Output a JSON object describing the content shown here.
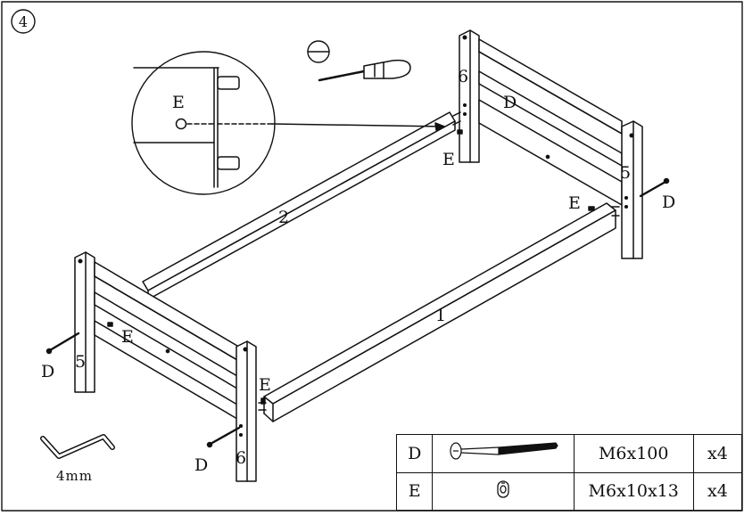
{
  "step": {
    "number": "4"
  },
  "callouts": {
    "part_1": "1",
    "part_2": "2",
    "part_5_left": "5",
    "part_5_right": "5",
    "part_6_left": "6",
    "part_6_right": "6",
    "fastener_d_left": "D",
    "fastener_d_bottom": "D",
    "fastener_d_right": "D",
    "fastener_d_top": "D",
    "fastener_e_left": "E",
    "fastener_e_front": "E",
    "fastener_e_top": "E",
    "fastener_e_right": "E",
    "zoom_e": "E"
  },
  "tools": {
    "allen_key_size": "4mm"
  },
  "parts_table": {
    "rows": [
      {
        "letter": "D",
        "size": "M6x100",
        "qty": "x4",
        "icon": "bolt-icon"
      },
      {
        "letter": "E",
        "size": "M6x10x13",
        "qty": "x4",
        "icon": "barrel-nut-icon"
      }
    ]
  },
  "colors": {
    "line": "#111111",
    "background": "#ffffff"
  }
}
